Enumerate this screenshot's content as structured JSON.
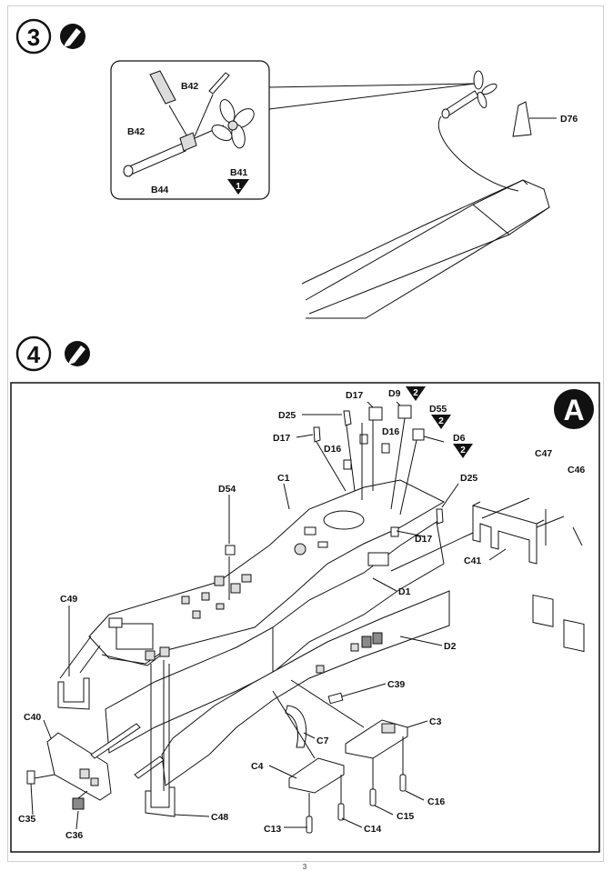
{
  "page": {
    "number": "3"
  },
  "step3": {
    "number": "3",
    "icon": "cement-glue-icon",
    "detail_labels": {
      "b42_left": "B42",
      "b42_right": "B42",
      "b44": "B44",
      "b41": "B41",
      "b41_marker": "1"
    },
    "labels": {
      "d76": "D76"
    }
  },
  "step4": {
    "number": "4",
    "icon": "cement-glue-icon",
    "view_marker": "A",
    "labels": {
      "d17_top": "D17",
      "d9": "D9",
      "d9_marker": "2",
      "d25_left": "D25",
      "d55": "D55",
      "d55_marker": "2",
      "d16_a": "D16",
      "d17_left": "D17",
      "d16_b": "D16",
      "d6": "D6",
      "d6_marker": "2",
      "c47": "C47",
      "c46": "C46",
      "d25_right": "D25",
      "d54": "D54",
      "c1": "C1",
      "d17_right": "D17",
      "c41": "C41",
      "d1": "D1",
      "c49": "C49",
      "d2": "D2",
      "c39": "C39",
      "c40": "C40",
      "c3": "C3",
      "c7": "C7",
      "c4": "C4",
      "c35": "C35",
      "c16": "C16",
      "c36": "C36",
      "c48": "C48",
      "c15": "C15",
      "c13": "C13",
      "c14": "C14"
    }
  },
  "colors": {
    "ink": "#111111",
    "paper": "#ffffff",
    "shade": "#8a8a8a"
  }
}
